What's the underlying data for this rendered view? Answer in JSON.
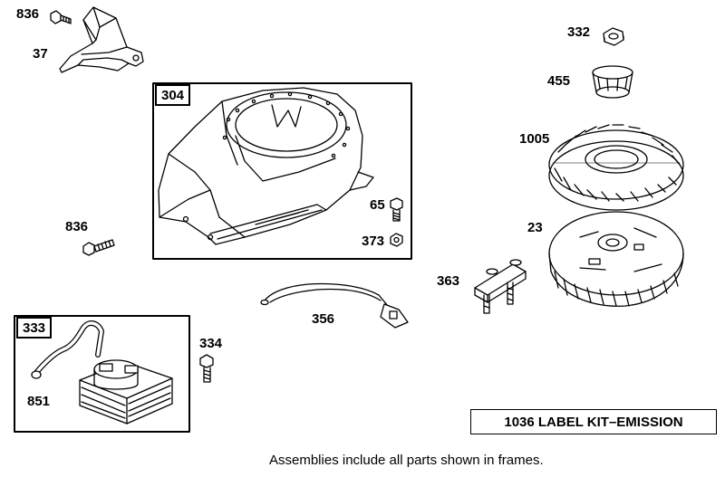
{
  "parts": {
    "p836_top": "836",
    "p37": "37",
    "p304": "304",
    "p65": "65",
    "p373": "373",
    "p836_mid": "836",
    "p332": "332",
    "p455": "455",
    "p1005": "1005",
    "p23": "23",
    "p363": "363",
    "p356": "356",
    "p333": "333",
    "p334": "334",
    "p851": "851"
  },
  "kit_label": "1036 LABEL KIT–EMISSION",
  "footer_note": "Assemblies include all parts shown in frames."
}
